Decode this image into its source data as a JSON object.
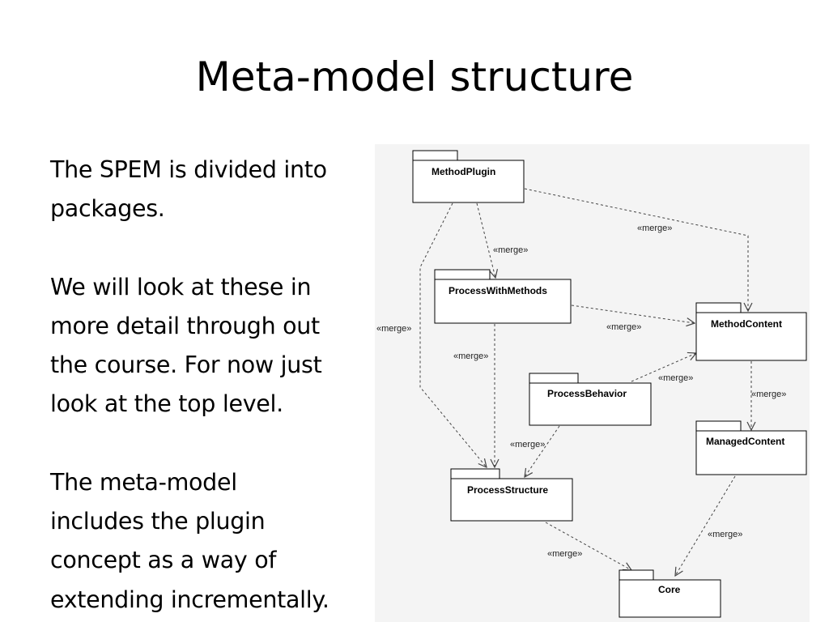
{
  "slide": {
    "title": "Meta-model structure",
    "paragraphs": [
      [
        "The SPEM is divided into",
        "packages."
      ],
      [
        "We will look at these in",
        "more detail through out",
        "the course. For now just",
        "look at the top level."
      ],
      [
        "The meta-model",
        "includes the plugin",
        "concept as a way of",
        "extending incrementally."
      ]
    ]
  },
  "diagram": {
    "packages": {
      "method_plugin": "MethodPlugin",
      "process_with_methods": "ProcessWithMethods",
      "method_content": "MethodContent",
      "process_behavior": "ProcessBehavior",
      "managed_content": "ManagedContent",
      "process_structure": "ProcessStructure",
      "core": "Core"
    },
    "merge_label": "«merge»",
    "colors": {
      "background": "#f4f4f4",
      "lines": "#444444"
    }
  }
}
